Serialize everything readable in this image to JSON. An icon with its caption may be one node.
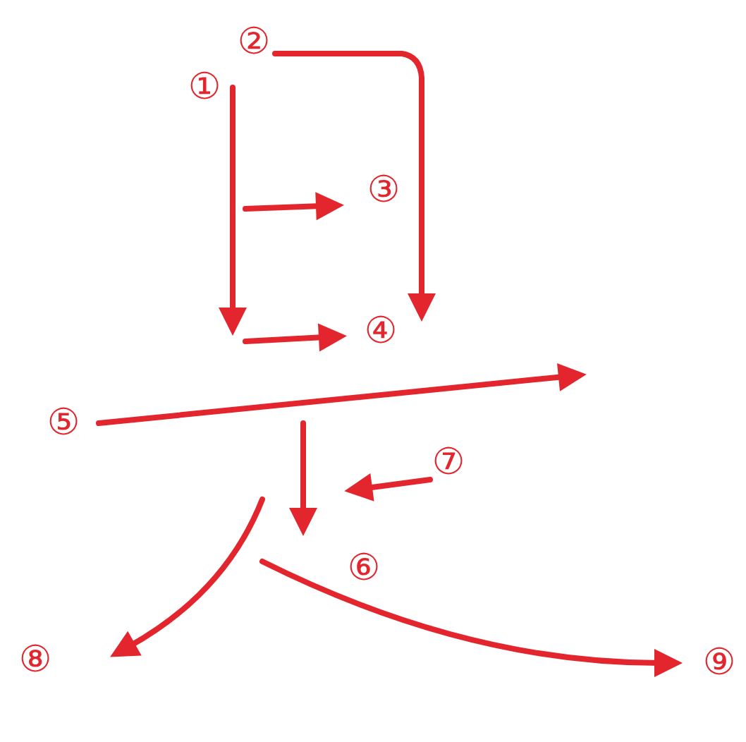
{
  "diagram": {
    "labels": [
      "②",
      "①",
      "③",
      "④",
      "⑤",
      "⑦",
      "⑥",
      "⑧",
      "⑨"
    ]
  }
}
